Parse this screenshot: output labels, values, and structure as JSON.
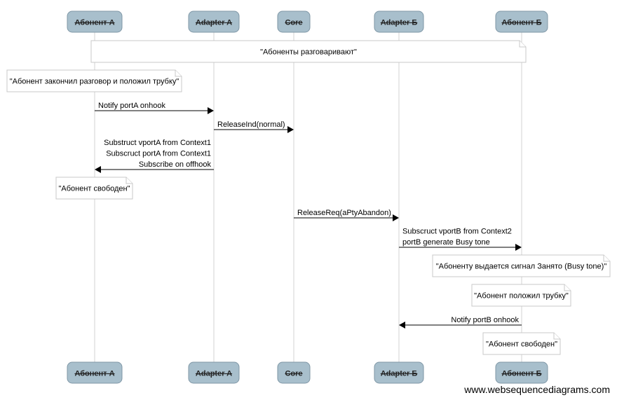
{
  "participants": [
    {
      "id": "aA",
      "label": "Абонент А"
    },
    {
      "id": "adA",
      "label": "Adapter A"
    },
    {
      "id": "core",
      "label": "Core"
    },
    {
      "id": "adB",
      "label": "Adapter Б"
    },
    {
      "id": "aB",
      "label": "Абонент Б"
    }
  ],
  "events": [
    {
      "kind": "note",
      "over": [
        "aA",
        "aB"
      ],
      "lines": [
        "\"Абоненты разговаривают\""
      ]
    },
    {
      "kind": "note",
      "over": [
        "aA"
      ],
      "lines": [
        "\"Абонент закончил разговор и положил трубку\""
      ]
    },
    {
      "kind": "message",
      "from": "aA",
      "to": "adA",
      "lines": [
        "Notify portA onhook"
      ]
    },
    {
      "kind": "message",
      "from": "adA",
      "to": "core",
      "lines": [
        "ReleaseInd(normal)"
      ]
    },
    {
      "kind": "message",
      "from": "adA",
      "to": "aA",
      "lines": [
        "Substruct vportA from Context1",
        "Subscruct portA from Context1",
        "Subscribe on offhook"
      ]
    },
    {
      "kind": "note",
      "over": [
        "aA"
      ],
      "lines": [
        "\"Абонент свободен\""
      ]
    },
    {
      "kind": "message",
      "from": "core",
      "to": "adB",
      "lines": [
        "ReleaseReq(aPtyAbandon)"
      ]
    },
    {
      "kind": "message",
      "from": "adB",
      "to": "aB",
      "lines": [
        "Subscruct vportB from Context2",
        "portB generate Busy tone"
      ]
    },
    {
      "kind": "note",
      "over": [
        "aB"
      ],
      "lines": [
        "\"Абоненту выдается сигнал Занято (Busy tone)\""
      ]
    },
    {
      "kind": "note",
      "over": [
        "aB"
      ],
      "lines": [
        "\"Абонент положил трубку\""
      ]
    },
    {
      "kind": "message",
      "from": "aB",
      "to": "adB",
      "lines": [
        "Notify portB onhook"
      ]
    },
    {
      "kind": "note",
      "over": [
        "aB"
      ],
      "lines": [
        "\"Абонент свободен\""
      ]
    }
  ],
  "watermark": "www.websequencediagrams.com"
}
